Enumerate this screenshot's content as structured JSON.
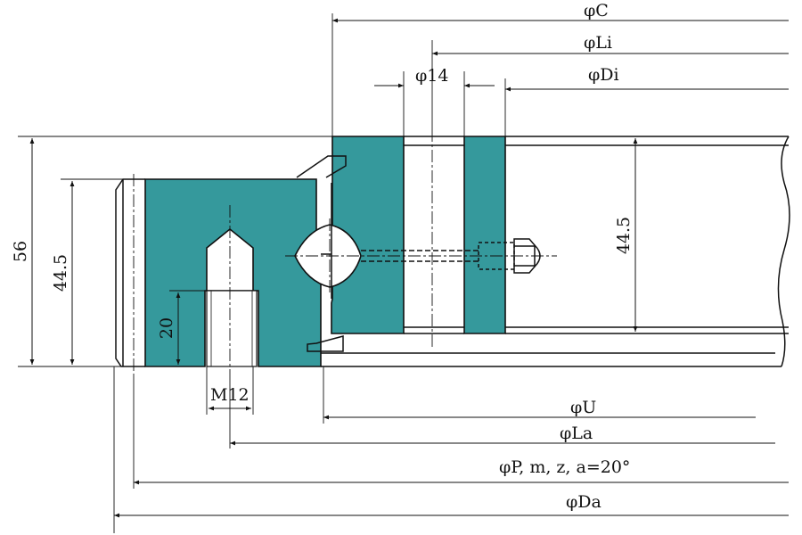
{
  "colors": {
    "fill": "#35999c",
    "line": "#111111",
    "background": "#ffffff"
  },
  "labels": {
    "C": "φC",
    "Li": "φLi",
    "hole": "φ14",
    "Di": "φDi",
    "U": "φU",
    "La": "φLa",
    "P": "φP, m, z,  a=20°",
    "Da": "φDa",
    "height_total": "56",
    "height_outer": "44.5",
    "height_inner": "44.5",
    "thread_depth": "20",
    "thread": "M12"
  }
}
